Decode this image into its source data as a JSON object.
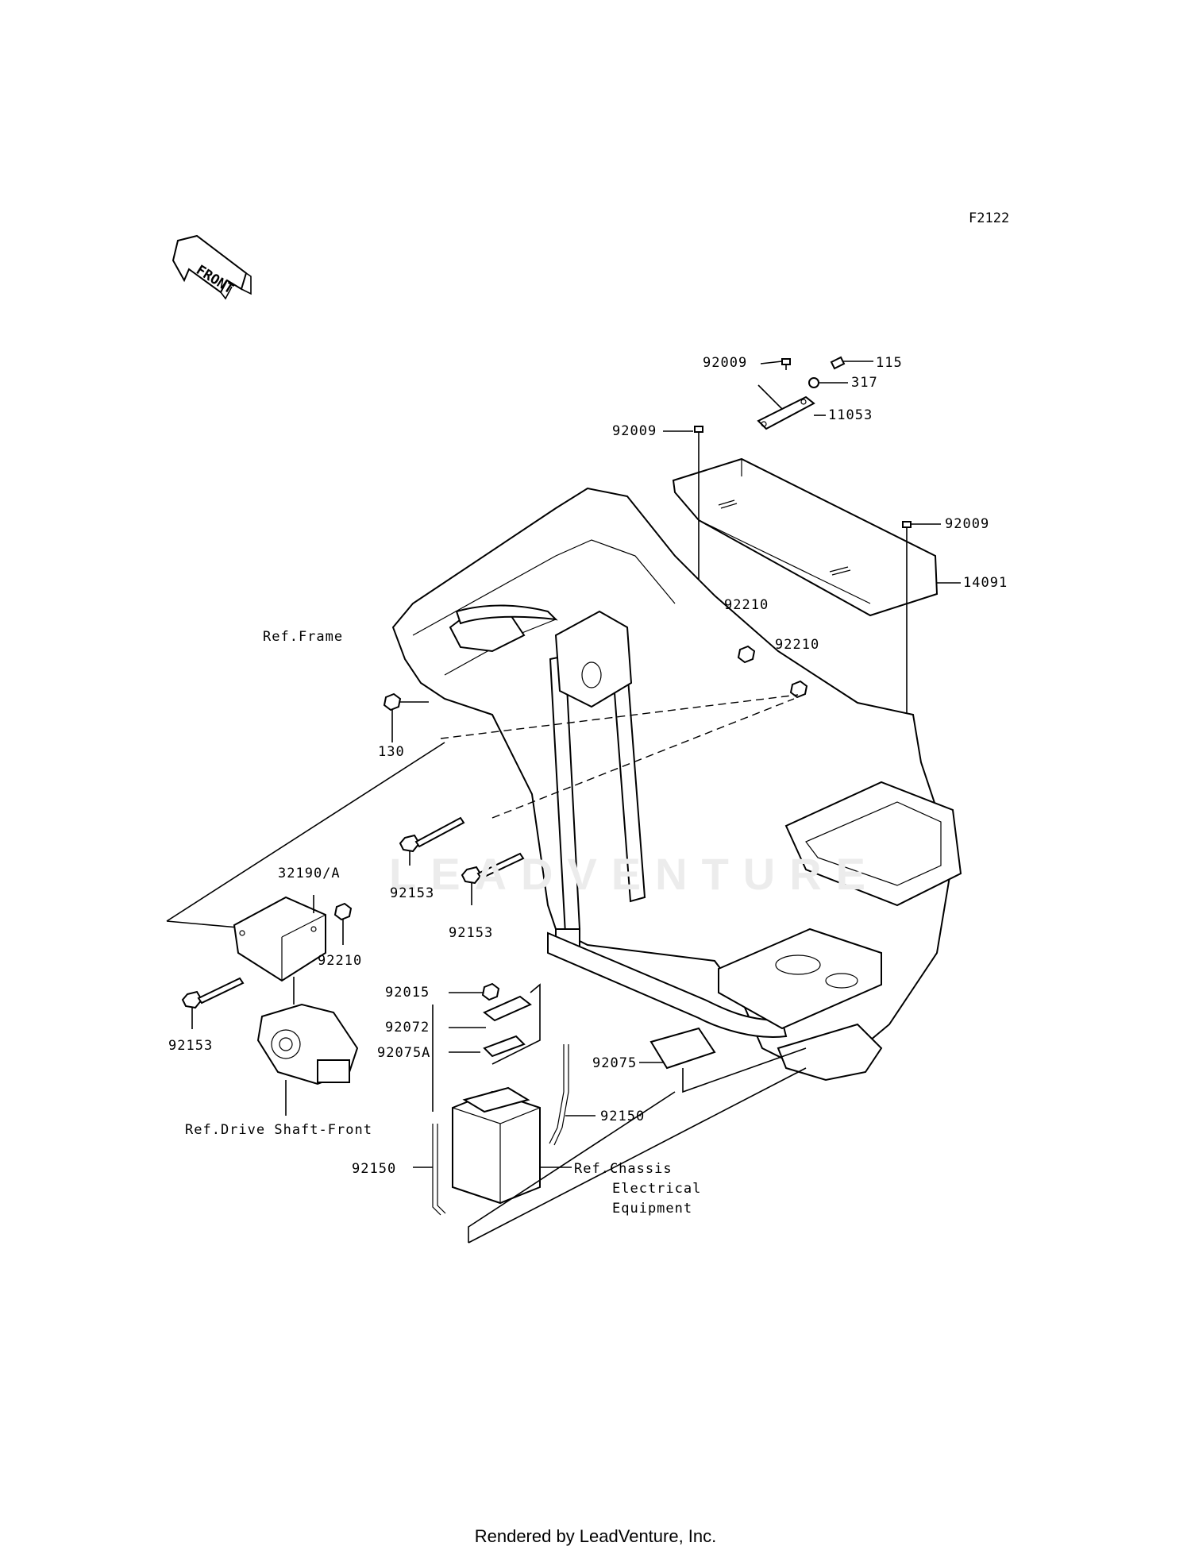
{
  "diagram_code": "F2122",
  "front_arrow": "FRONT",
  "watermark": "LEADVENTURE",
  "footer": "Rendered by LeadVenture, Inc.",
  "labels": {
    "p92009_top": "92009",
    "p115": "115",
    "p317": "317",
    "p11053": "11053",
    "p92009_mid": "92009",
    "p92009_right": "92009",
    "p14091": "14091",
    "ref_frame": "Ref.Frame",
    "p92210_a": "92210",
    "p92210_b": "92210",
    "p130": "130",
    "p92153_a": "92153",
    "p92153_b": "92153",
    "p32190": "32190/A",
    "p92210_c": "92210",
    "p92153_c": "92153",
    "ref_drive": "Ref.Drive Shaft-Front",
    "p92015": "92015",
    "p92072": "92072",
    "p92075a": "92075A",
    "p92075": "92075",
    "p92150_a": "92150",
    "p92150_b": "92150",
    "ref_chassis_1": "Ref.Chassis",
    "ref_chassis_2": "Electrical",
    "ref_chassis_3": "Equipment"
  }
}
